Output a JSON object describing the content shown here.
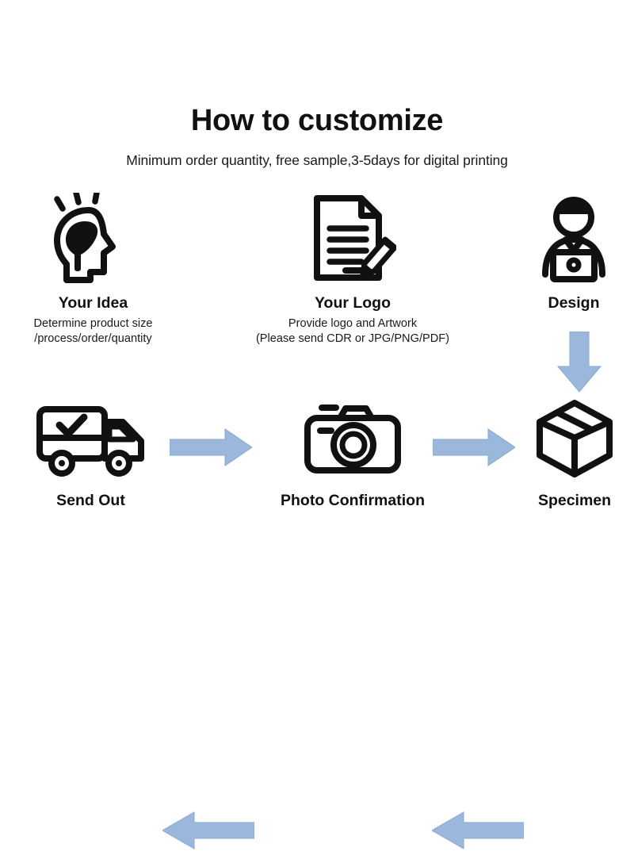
{
  "header": {
    "title": "How to customize",
    "subtitle": "Minimum order quantity, free sample,3-5days for digital printing"
  },
  "colors": {
    "arrow": "#9BB7DC",
    "arrow_edge": "#8AA9D2",
    "icon": "#111111",
    "text": "#111111",
    "background": "#FFFFFF"
  },
  "flow": {
    "steps": [
      {
        "id": "idea",
        "order": 1,
        "icon": "head-lightbulb-icon",
        "title": "Your Idea",
        "desc_lines": [
          "Determine product size",
          "/process/order/quantity"
        ]
      },
      {
        "id": "logo",
        "order": 2,
        "icon": "document-pencil-icon",
        "title": "Your Logo",
        "desc_lines": [
          "Provide logo and Artwork",
          "(Please send CDR or JPG/PNG/PDF)"
        ]
      },
      {
        "id": "design",
        "order": 3,
        "icon": "person-laptop-icon",
        "title": "Design",
        "desc_lines": []
      },
      {
        "id": "specimen",
        "order": 4,
        "icon": "package-box-icon",
        "title": "Specimen",
        "desc_lines": []
      },
      {
        "id": "photo",
        "order": 5,
        "icon": "camera-icon",
        "title": "Photo Confirmation",
        "desc_lines": []
      },
      {
        "id": "send",
        "order": 6,
        "icon": "delivery-truck-check-icon",
        "title": "Send Out",
        "desc_lines": []
      }
    ],
    "connectors": [
      {
        "id": "idea-to-logo",
        "icon": "arrow-right-icon",
        "direction": "right"
      },
      {
        "id": "logo-to-design",
        "icon": "arrow-right-icon",
        "direction": "right"
      },
      {
        "id": "design-to-specimen",
        "icon": "arrow-down-icon",
        "direction": "down"
      },
      {
        "id": "specimen-to-photo",
        "icon": "arrow-left-icon",
        "direction": "left"
      },
      {
        "id": "photo-to-send",
        "icon": "arrow-left-icon",
        "direction": "left"
      }
    ]
  }
}
